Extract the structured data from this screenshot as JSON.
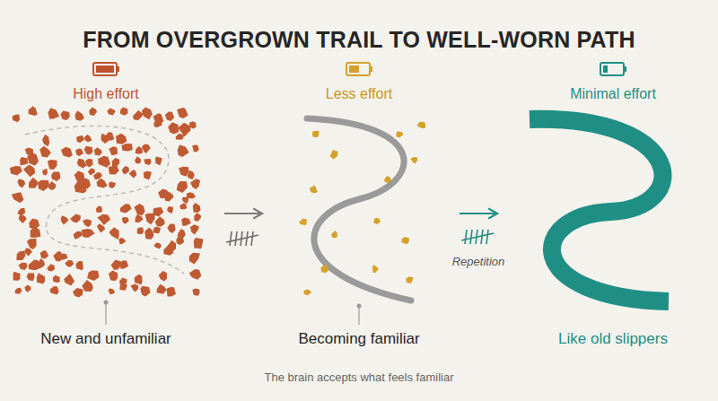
{
  "diagram": {
    "title": "FROM OVERGROWN TRAIL TO WELL-WORN PATH",
    "caption": "The brain accepts what feels familiar",
    "labels": [
      "High effort",
      "Less effort",
      "Minimal effort",
      "Repetition",
      "New and unfamiliar",
      "Becoming familiar",
      "Like old slippers"
    ]
  }
}
